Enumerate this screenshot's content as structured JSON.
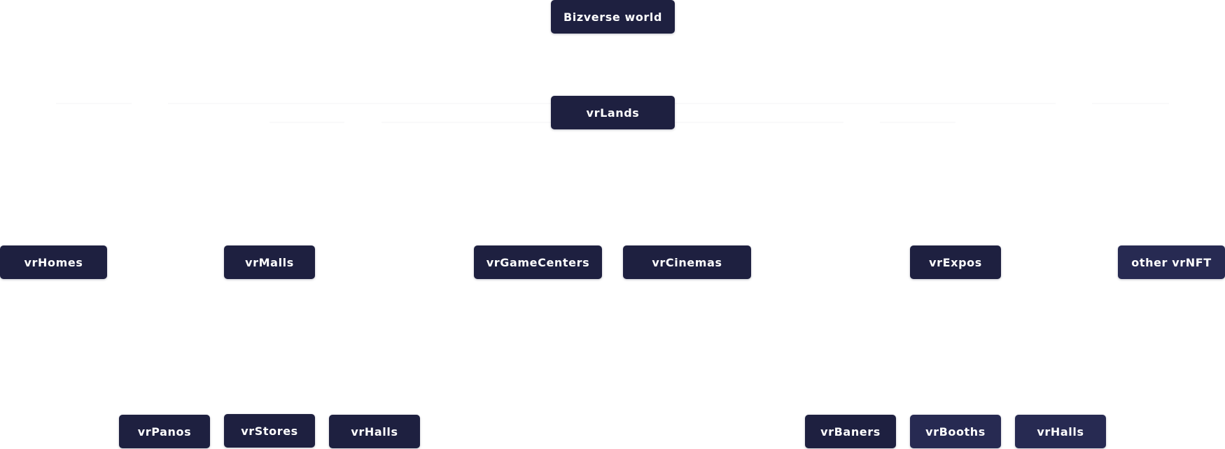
{
  "colors": {
    "node_background": "#1e2040",
    "node_background_alt": "#272a52",
    "node_text": "#ffffff",
    "connector": "#f3f3f6"
  },
  "diagram": {
    "root": {
      "label": "Bizverse world"
    },
    "hub": {
      "label": "vrLands"
    },
    "categories": [
      {
        "label": "vrHomes"
      },
      {
        "label": "vrMalls"
      },
      {
        "label": "vrGameCenters"
      },
      {
        "label": "vrCinemas"
      },
      {
        "label": "vrExpos"
      },
      {
        "label": "other vrNFT"
      }
    ],
    "mall_children": [
      {
        "label": "vrPanos"
      },
      {
        "label": "vrStores"
      },
      {
        "label": "vrHalls"
      }
    ],
    "expo_children": [
      {
        "label": "vrBaners"
      },
      {
        "label": "vrBooths"
      },
      {
        "label": "vrHalls"
      }
    ]
  }
}
